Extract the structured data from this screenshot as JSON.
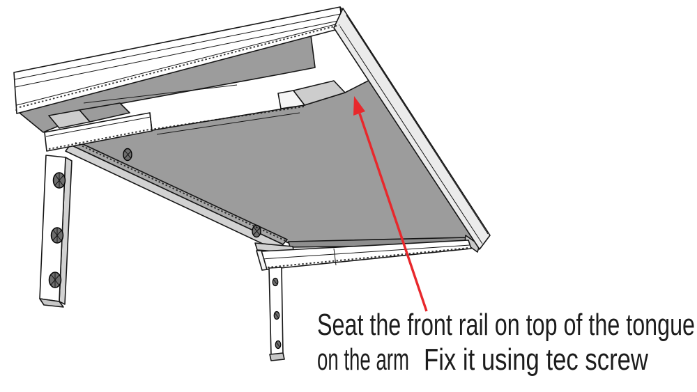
{
  "annotation": {
    "line1": "Seat the front rail on top of the tongue",
    "line2a": "on the arm",
    "line2b": "Fix it using tec screw"
  },
  "colors": {
    "panel_gray": "#9c9c9c",
    "light_gray": "#cdcdcd",
    "brace_light": "#d2d2d2",
    "brace_dark": "#a8a8a8",
    "side_strip": "#ebebeb",
    "rail_white": "#ffffff",
    "rail_tint": "#f5f5f5",
    "end_cap": "#c8c8c8",
    "rear_bar": "#8f8f8f",
    "screw": "#6e6e6e",
    "outline": "#151515",
    "arrow_red": "#e8282c",
    "text": "#1c1c1c",
    "background": "#ffffff"
  }
}
